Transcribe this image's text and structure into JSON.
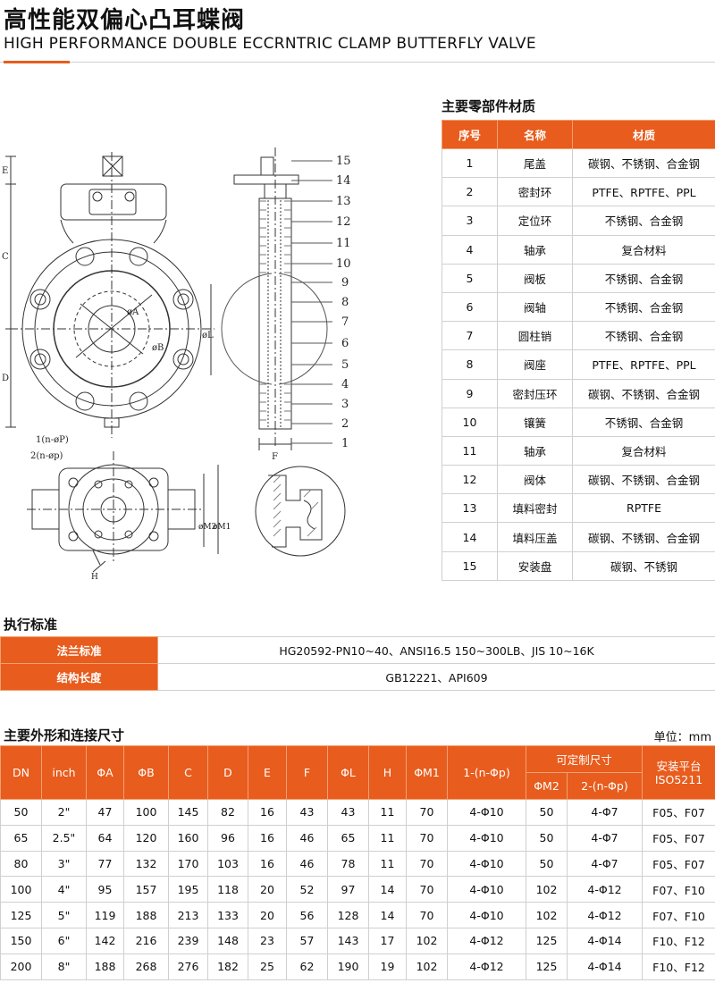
{
  "title": {
    "cn": "高性能双偏心凸耳蝶阀",
    "en": "HIGH PERFORMANCE DOUBLE ECCRNTRIC CLAMP BUTTERFLY VALVE"
  },
  "drawing": {
    "part_numbers": [
      "15",
      "14",
      "13",
      "12",
      "11",
      "10",
      "9",
      "8",
      "7",
      "6",
      "5",
      "4",
      "3",
      "2",
      "1"
    ],
    "dims_left": [
      "E",
      "C",
      "D"
    ],
    "dims_front": [
      "øA",
      "øB"
    ],
    "dims_side": [
      "øL",
      "F"
    ],
    "dims_bottom": [
      "1(n-øP)",
      "2(n-øp)",
      "øM2",
      "øM1",
      "H"
    ]
  },
  "parts": {
    "title": "主要零部件材质",
    "headers": [
      "序号",
      "名称",
      "材质"
    ],
    "rows": [
      [
        "1",
        "尾盖",
        "碳钢、不锈钢、合金钢"
      ],
      [
        "2",
        "密封环",
        "PTFE、RPTFE、PPL"
      ],
      [
        "3",
        "定位环",
        "不锈钢、合金钢"
      ],
      [
        "4",
        "轴承",
        "复合材料"
      ],
      [
        "5",
        "阀板",
        "不锈钢、合金钢"
      ],
      [
        "6",
        "阀轴",
        "不锈钢、合金钢"
      ],
      [
        "7",
        "圆柱销",
        "不锈钢、合金钢"
      ],
      [
        "8",
        "阀座",
        "PTFE、RPTFE、PPL"
      ],
      [
        "9",
        "密封压环",
        "碳钢、不锈钢、合金钢"
      ],
      [
        "10",
        "镶簧",
        "不锈钢、合金钢"
      ],
      [
        "11",
        "轴承",
        "复合材料"
      ],
      [
        "12",
        "阀体",
        "碳钢、不锈钢、合金钢"
      ],
      [
        "13",
        "填料密封",
        "RPTFE"
      ],
      [
        "14",
        "填料压盖",
        "碳钢、不锈钢、合金钢"
      ],
      [
        "15",
        "安装盘",
        "碳钢、不锈钢"
      ]
    ]
  },
  "standards": {
    "title": "执行标准",
    "rows": [
      {
        "label": "法兰标准",
        "value": "HG20592-PN10~40、ANSI16.5 150~300LB、JIS 10~16K"
      },
      {
        "label": "结构长度",
        "value": "GB12221、API609"
      }
    ]
  },
  "dimensions": {
    "title": "主要外形和连接尺寸",
    "unit": "单位：mm",
    "headers": {
      "dn": "DN",
      "inch": "inch",
      "a": "ΦA",
      "b": "ΦB",
      "c": "C",
      "d": "D",
      "e": "E",
      "f": "F",
      "l": "ΦL",
      "h": "H",
      "m1": "ΦM1",
      "np": "1-(n-Φp)",
      "custom": "可定制尺寸",
      "m2": "ΦM2",
      "np2": "2-(n-Φp)",
      "iso": "安装平台\nISO5211"
    },
    "rows": [
      [
        "50",
        "2\"",
        "47",
        "100",
        "145",
        "82",
        "16",
        "43",
        "43",
        "11",
        "70",
        "4-Φ10",
        "50",
        "4-Φ7",
        "F05、F07"
      ],
      [
        "65",
        "2.5\"",
        "64",
        "120",
        "160",
        "96",
        "16",
        "46",
        "65",
        "11",
        "70",
        "4-Φ10",
        "50",
        "4-Φ7",
        "F05、F07"
      ],
      [
        "80",
        "3\"",
        "77",
        "132",
        "170",
        "103",
        "16",
        "46",
        "78",
        "11",
        "70",
        "4-Φ10",
        "50",
        "4-Φ7",
        "F05、F07"
      ],
      [
        "100",
        "4\"",
        "95",
        "157",
        "195",
        "118",
        "20",
        "52",
        "97",
        "14",
        "70",
        "4-Φ10",
        "102",
        "4-Φ12",
        "F07、F10"
      ],
      [
        "125",
        "5\"",
        "119",
        "188",
        "213",
        "133",
        "20",
        "56",
        "128",
        "14",
        "70",
        "4-Φ10",
        "102",
        "4-Φ12",
        "F07、F10"
      ],
      [
        "150",
        "6\"",
        "142",
        "216",
        "239",
        "148",
        "23",
        "57",
        "143",
        "17",
        "102",
        "4-Φ12",
        "125",
        "4-Φ14",
        "F10、F12"
      ],
      [
        "200",
        "8\"",
        "188",
        "268",
        "276",
        "182",
        "25",
        "62",
        "190",
        "19",
        "102",
        "4-Φ12",
        "125",
        "4-Φ14",
        "F10、F12"
      ]
    ]
  },
  "colors": {
    "accent": "#e85c1d"
  }
}
